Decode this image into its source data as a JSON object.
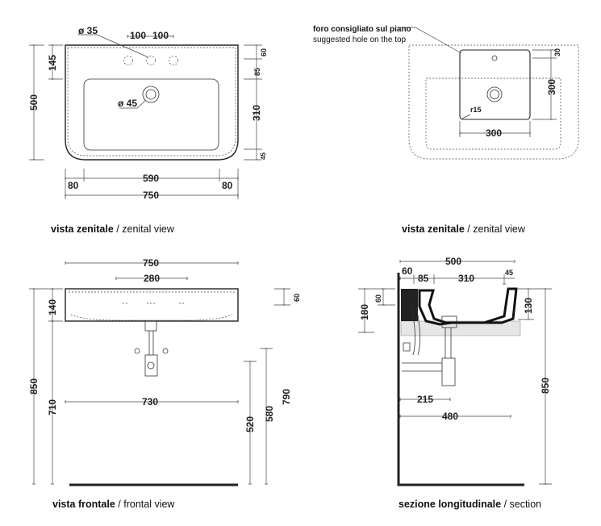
{
  "views": {
    "top_left": {
      "caption_bold": "vista zenitale",
      "caption_rest": " / zenital view",
      "labels": {
        "hole_diam": "ø 35",
        "spacing_a": "100",
        "spacing_b": "100",
        "drain_diam": "ø 45",
        "depth": "500",
        "hole_offset": "145",
        "r60": "60",
        "r85": "85",
        "r310": "310",
        "r45": "45",
        "inner_width": "590",
        "left_margin": "80",
        "right_margin": "80",
        "width": "750"
      }
    },
    "top_right": {
      "caption_bold": "vista zenitale",
      "caption_rest": " / zenital view",
      "note_it": "foro consigliato sul piano",
      "note_en": "suggested hole on the top",
      "labels": {
        "d30": "30",
        "d300v": "300",
        "d300h": "300",
        "radius": "r15"
      }
    },
    "bottom_left": {
      "caption_bold": "vista frontale",
      "caption_rest": " / frontal view",
      "labels": {
        "width": "750",
        "tap_span": "280",
        "front_h": "140",
        "total_h": "850",
        "under_h": "710",
        "span730": "730",
        "top60": "60",
        "h790": "790",
        "h580": "580",
        "h520": "520"
      }
    },
    "bottom_right": {
      "caption_bold": "sezione longitudinale",
      "caption_rest": " / section",
      "labels": {
        "depth": "500",
        "d60": "60",
        "d85": "85",
        "d310": "310",
        "d45": "45",
        "h180": "180",
        "h60": "60",
        "h130": "130",
        "h850": "850",
        "d215": "215",
        "d480": "480"
      }
    }
  }
}
